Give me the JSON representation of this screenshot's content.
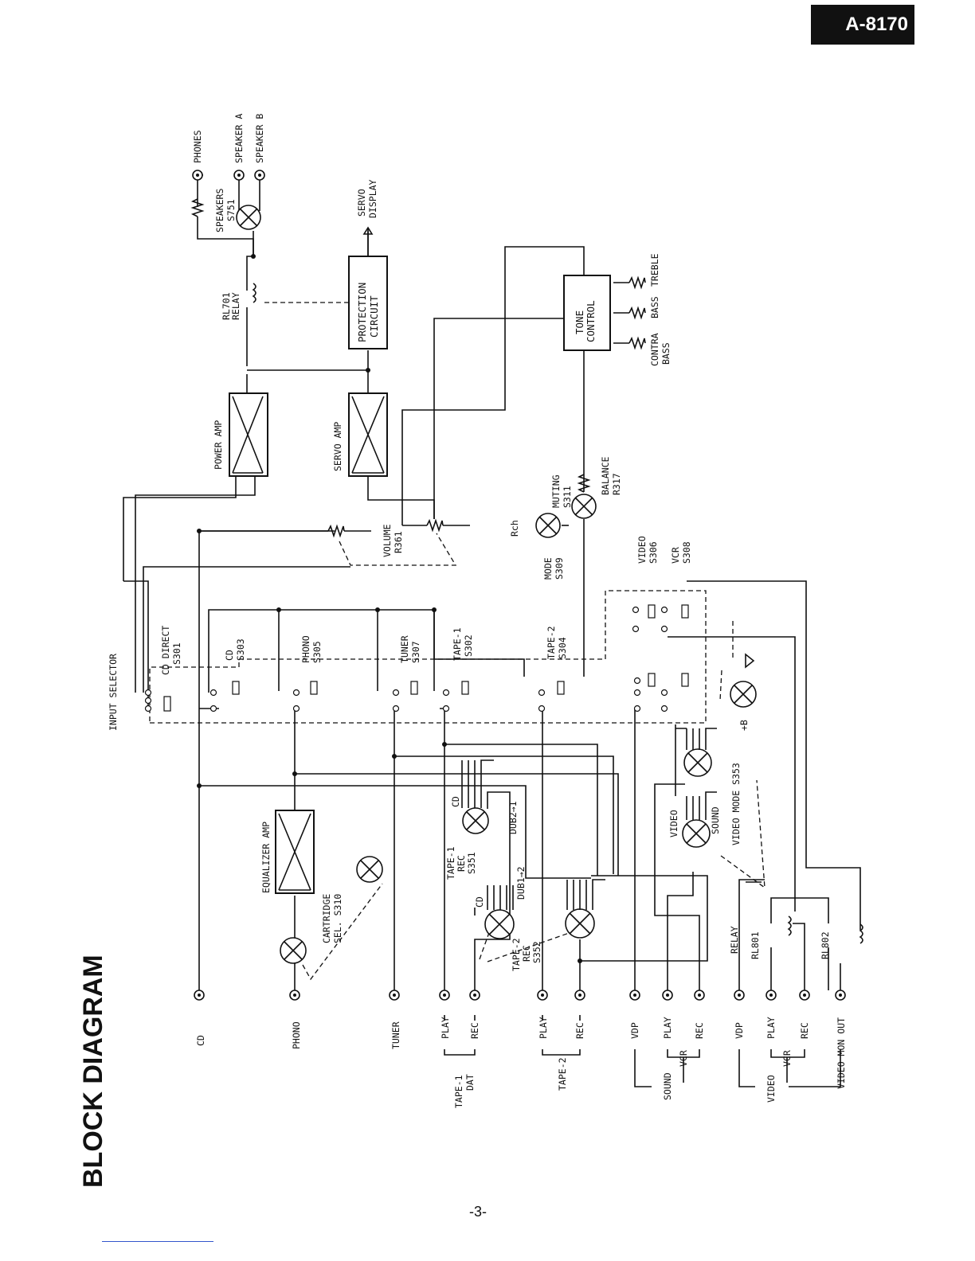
{
  "page": {
    "doc_id": "A-8170",
    "title": "BLOCK DIAGRAM",
    "page_number": "-3-"
  },
  "labels": {
    "input_selector": "INPUT SELECTOR",
    "cd_direct": "CD DIRECT",
    "cd_direct_ref": "S301",
    "cd_sw": "CD",
    "cd_sw_ref": "S303",
    "phono_sw": "PHONO",
    "phono_sw_ref": "S305",
    "tuner_sw": "TUNER",
    "tuner_sw_ref": "S307",
    "tape1_sw": "TAPE-1",
    "tape1_sw_ref": "S302",
    "tape2_sw": "TAPE-2",
    "tape2_sw_ref": "S304",
    "video_sw": "VIDEO",
    "video_sw_ref": "S306",
    "vcr_sw": "VCR",
    "vcr_sw_ref": "S308",
    "mode": "MODE",
    "mode_ref": "S309",
    "rch": "Rch",
    "muting": "MUTING",
    "muting_ref": "S311",
    "balance": "BALANCE",
    "balance_ref": "R317",
    "volume": "VOLUME",
    "volume_ref": "R361",
    "power_amp": "POWER AMP",
    "servo_amp": "SERVO AMP",
    "protection_1": "PROTECTION",
    "protection_2": "CIRCUIT",
    "relay_rl701_1": "RL701",
    "relay_rl701_2": "RELAY",
    "speakers": "SPEAKERS",
    "speakers_ref": "S751",
    "phones": "PHONES",
    "speaker_a": "SPEAKER A",
    "speaker_b": "SPEAKER B",
    "servo_display_1": "SERVO",
    "servo_display_2": "DISPLAY",
    "tone_1": "TONE",
    "tone_2": "CONTROL",
    "contra_bass_1": "CONTRA",
    "contra_bass_2": "BASS",
    "bass": "BASS",
    "treble": "TREBLE",
    "equalizer_amp": "EQUALIZER AMP",
    "cartridge_1": "CARTRIDGE",
    "cartridge_2": "SEL. S310",
    "tape1_rec_1": "TAPE-1",
    "tape1_rec_2": "REC",
    "tape1_rec_3": "S351",
    "tape2_rec_1": "TAPE-2",
    "tape2_rec_2": "REC",
    "tape2_rec_3": "S352",
    "cd_a": "CD",
    "cd_b": "CD",
    "dub21": "DUB2→1",
    "dub12": "DUB1→2",
    "video_mode": "VIDEO MODE S353",
    "video_m": "VIDEO",
    "sound_m": "SOUND",
    "relay": "RELAY",
    "rl801": "RL801",
    "rl802": "RL802",
    "plus_b": "+B"
  },
  "terminals": {
    "cd": "CD",
    "phono": "PHONO",
    "tuner": "TUNER",
    "play1": "PLAY",
    "rec1": "REC",
    "tape1_group_1": "TAPE-1",
    "tape1_group_2": "DAT",
    "play2": "PLAY",
    "rec2": "REC",
    "tape2_group": "TAPE-2",
    "vdp_s": "VDP",
    "play_s": "PLAY",
    "rec_s": "REC",
    "vcr_s": "VCR",
    "sound_group": "SOUND",
    "vdp_v": "VDP",
    "play_v": "PLAY",
    "rec_v": "REC",
    "vcr_v": "VCR",
    "video_group": "VIDEO",
    "video_mon_out": "VIDEO MON OUT"
  }
}
